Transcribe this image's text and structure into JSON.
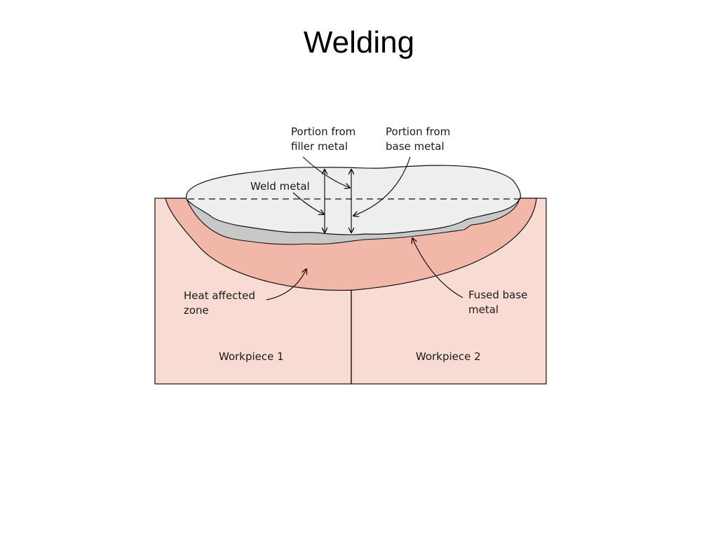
{
  "slide": {
    "title": "Welding"
  },
  "colors": {
    "workpiece": "#f8dcd4",
    "heat_affected_zone": "#f1b8aa",
    "fused_base_metal": "#c8c8c8",
    "weld_metal": "#eeeeee",
    "outline": "#111111"
  },
  "labels": {
    "filler": [
      "Portion from",
      "filler metal"
    ],
    "base": [
      "Portion from",
      "base metal"
    ],
    "weld_metal": "Weld metal",
    "haz": [
      "Heat affected",
      "zone"
    ],
    "fused": [
      "Fused base",
      "metal"
    ],
    "workpiece1": "Workpiece 1",
    "workpiece2": "Workpiece 2"
  }
}
